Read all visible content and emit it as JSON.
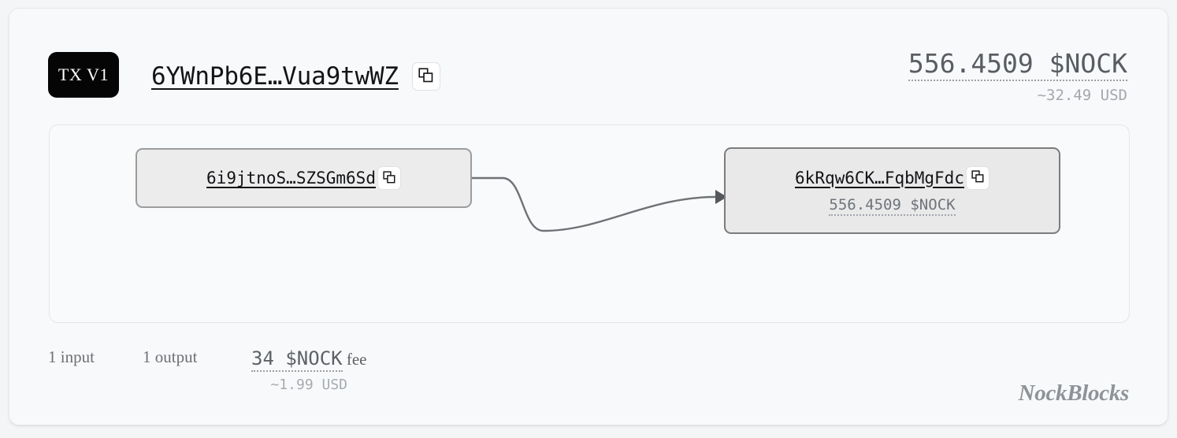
{
  "card": {
    "badge_label": "TX V1",
    "tx_hash": "6YWnPb6E…Vua9twWZ",
    "copy_icon": "copy-icon",
    "amount": "556.4509 $NOCK",
    "amount_usd": "~32.49 USD"
  },
  "graph": {
    "input_node": {
      "hash": "6i9jtnoS…SZSGm6Sd",
      "copy_icon": "copy-icon"
    },
    "output_node": {
      "hash": "6kRqw6CK…FqbMgFdc",
      "amount": "556.4509 $NOCK",
      "copy_icon": "copy-icon"
    },
    "edge": {
      "arrow_icon": "arrow-head-icon"
    }
  },
  "footer": {
    "inputs_label": "1 input",
    "outputs_label": "1 output",
    "fee_amount": "34 $NOCK",
    "fee_suffix": "fee",
    "fee_usd": "~1.99 USD",
    "brand": "NockBlocks"
  },
  "colors": {
    "page_background": "#f4f5f7",
    "card_background": "#f8f9fa",
    "card_border": "#e6e8ea",
    "badge_background": "#050505",
    "badge_text": "#ffffff",
    "hash_text": "#131416",
    "muted_text": "#6c7075",
    "faint_text": "#a3a8ae",
    "node_background": "#ececec",
    "node_border": "#9c9c9c",
    "output_node_border": "#7c7c7c",
    "edge_stroke": "#6f7276"
  }
}
